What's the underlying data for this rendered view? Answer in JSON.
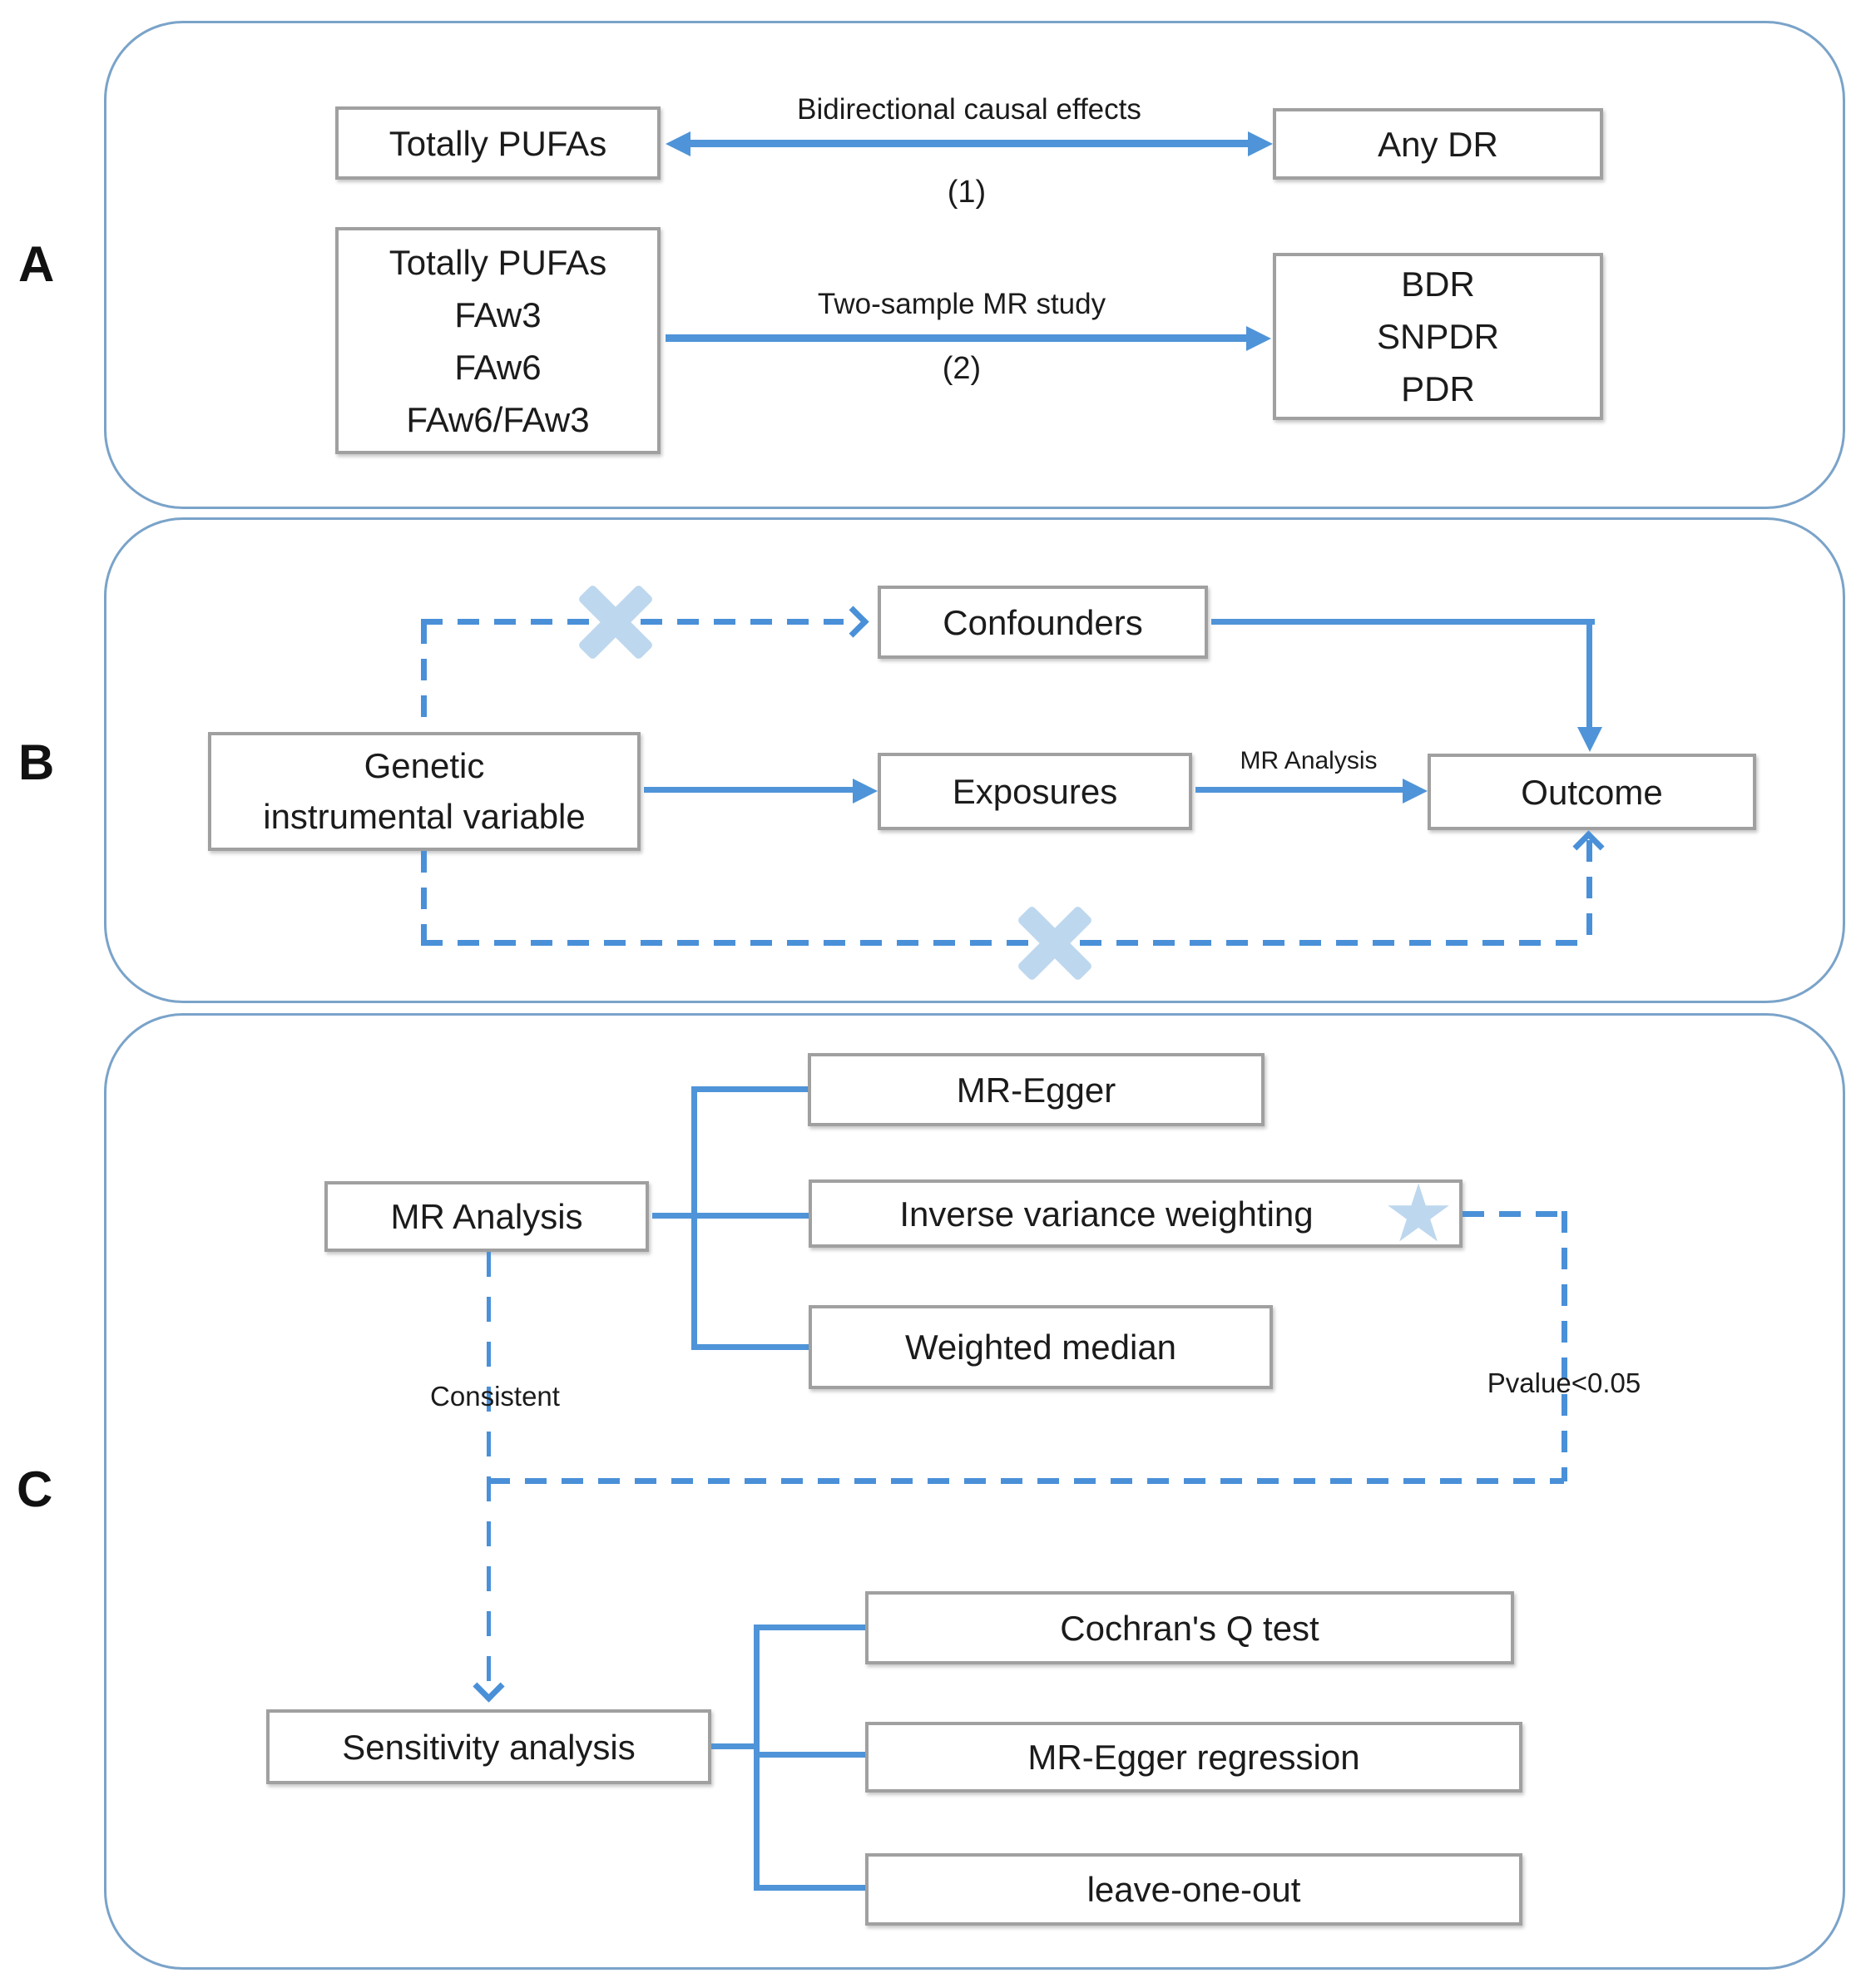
{
  "colors": {
    "connector_blue": "#4f94d8",
    "light_blue_marks": "#bdd7ee",
    "panel_border": "#7aa3c9",
    "box_border": "#a0a0a0"
  },
  "panel_a": {
    "label": "A",
    "pufa_box": "Totally PUFAs",
    "any_dr_box": "Any DR",
    "arrow1": {
      "label": "Bidirectional causal effects",
      "number": "(1)"
    },
    "exposure_box": {
      "lines": [
        "Totally PUFAs",
        "FAw3",
        "FAw6",
        "FAw6/FAw3"
      ]
    },
    "dr_box": {
      "lines": [
        "BDR",
        "SNPDR",
        "PDR"
      ]
    },
    "arrow2": {
      "label": "Two-sample MR study",
      "number": "(2)"
    }
  },
  "panel_b": {
    "label": "B",
    "genetic_box": {
      "lines": [
        "Genetic",
        "instrumental variable"
      ]
    },
    "confounders_box": "Confounders",
    "exposures_box": "Exposures",
    "outcome_box": "Outcome",
    "mr_analysis_label": "MR Analysis"
  },
  "panel_c": {
    "label": "C",
    "mr_analysis_box": "MR Analysis",
    "methods": [
      "MR-Egger",
      "Inverse variance weighting",
      "Weighted median"
    ],
    "star_icon": "★",
    "consistent_label": "Consistent",
    "pvalue_label": "Pvalue<0.05",
    "sensitivity_box": "Sensitivity analysis",
    "tests": [
      "Cochran's Q test",
      "MR-Egger regression",
      "leave-one-out"
    ]
  }
}
